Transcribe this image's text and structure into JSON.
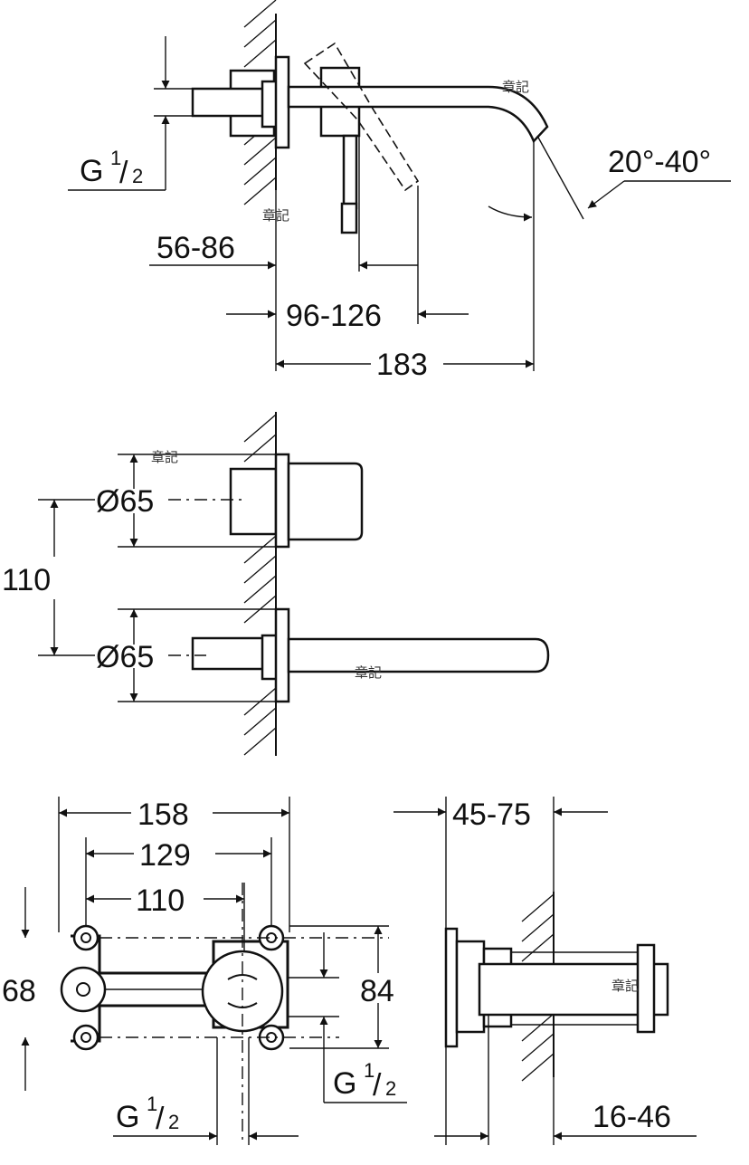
{
  "dimensions": {
    "top_thread": {
      "prefix": "G",
      "numerator": "1",
      "denominator": "2"
    },
    "angle": "20°-40°",
    "d_56_86": "56-86",
    "d_96_126": "96-126",
    "d_183": "183",
    "dia_upper": "Ø65",
    "dia_lower": "Ø65",
    "d_110_side": "110",
    "d_158": "158",
    "d_129": "129",
    "d_110_box": "110",
    "d_68": "68",
    "d_84": "84",
    "right_thread": {
      "prefix": "G",
      "numerator": "1",
      "denominator": "2"
    },
    "bottom_thread": {
      "prefix": "G",
      "numerator": "1",
      "denominator": "2"
    },
    "d_45_75": "45-75",
    "d_16_46": "16-46"
  },
  "stamps": [
    "章記",
    "章記",
    "章記",
    "章記",
    "章記"
  ]
}
